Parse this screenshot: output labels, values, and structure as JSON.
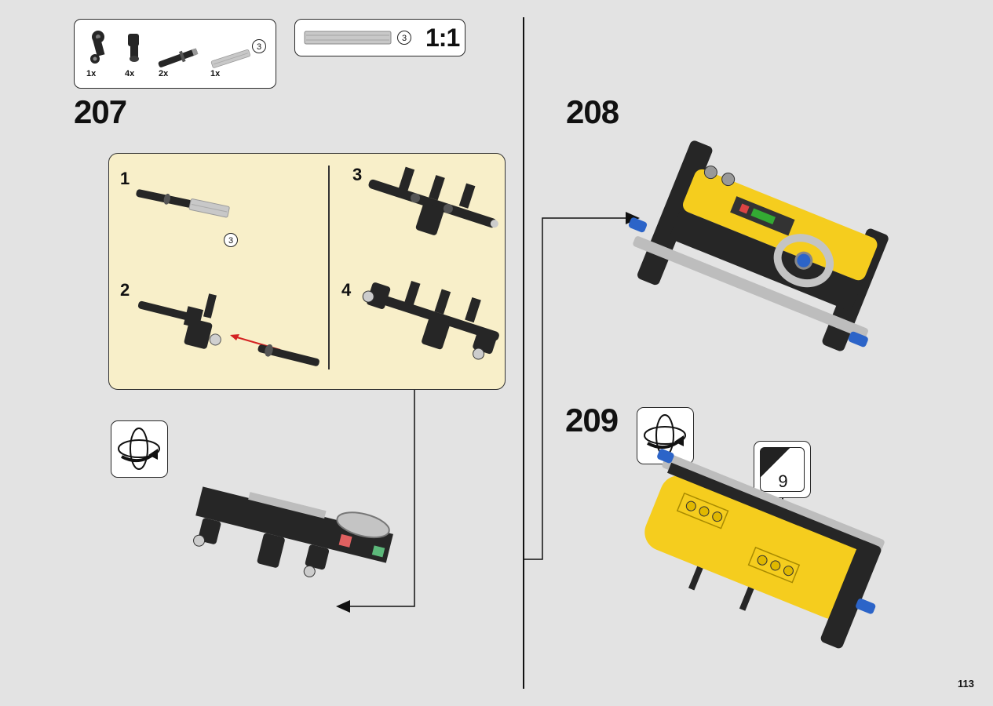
{
  "parts_box": {
    "items": [
      {
        "icon": "angle-connector-icon",
        "qty": "1x"
      },
      {
        "icon": "axle-connector-icon",
        "qty": "4x"
      },
      {
        "icon": "axle-with-stop-icon",
        "qty": "2x"
      },
      {
        "icon": "axle-3-icon",
        "qty": "1x"
      }
    ],
    "axle_length": "3"
  },
  "scale_box": {
    "icon": "axle-3-scale-icon",
    "length": "3",
    "scale_label": "1:1"
  },
  "steps": [
    {
      "number": "207"
    },
    {
      "number": "208"
    },
    {
      "number": "209"
    }
  ],
  "callout": {
    "substeps": [
      "1",
      "2",
      "3",
      "4"
    ],
    "axle_length": "3"
  },
  "rotate_icon": "rotate-model-icon",
  "sticker": {
    "number": "9"
  },
  "colors": {
    "background": "#e3e3e3",
    "callout_bg": "#f8efc9",
    "yellow": "#f5cd1e",
    "black_part": "#262626",
    "gray_part": "#bdbdbd",
    "blue_part": "#2c64c8",
    "arrow_red": "#d42222"
  },
  "page_number": "113"
}
